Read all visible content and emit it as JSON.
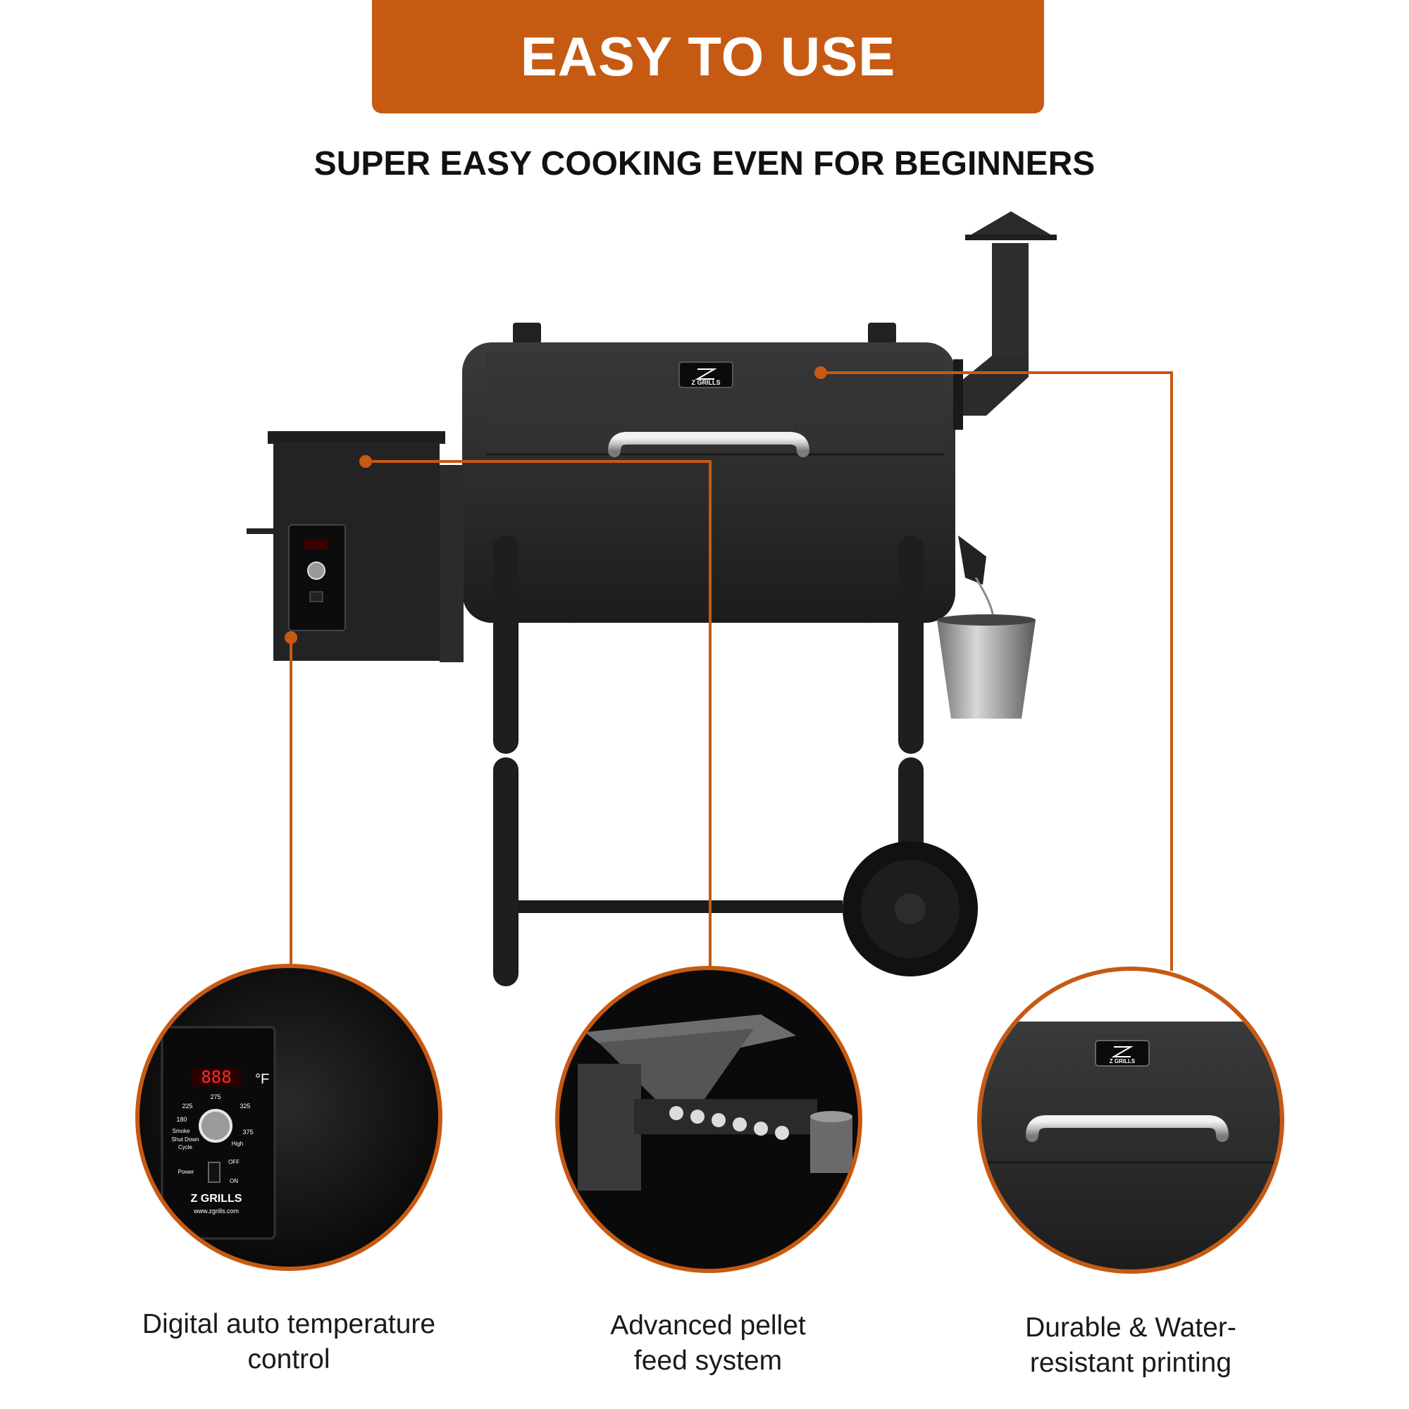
{
  "banner": {
    "title": "EASY TO USE"
  },
  "subtitle": "SUPER EASY COOKING EVEN FOR BEGINNERS",
  "colors": {
    "accent": "#c65a12",
    "grill": "#2f2f2f"
  },
  "controller": {
    "display": "888",
    "unit": "°F",
    "dial_labels": [
      "180",
      "225",
      "275",
      "325",
      "375"
    ],
    "smoke": "Smoke",
    "shutdown": "Shut Down",
    "cycle": "Cycle",
    "high": "High",
    "power": "Power",
    "off": "OFF",
    "on": "ON",
    "brand": "Z GRILLS",
    "url": "www.zgrills.com"
  },
  "lid_badge": "Z GRILLS",
  "features": [
    {
      "caption": "Digital auto temperature\ncontrol",
      "icon": "controller-closeup-icon"
    },
    {
      "caption": "Advanced pellet\nfeed system",
      "icon": "auger-closeup-icon"
    },
    {
      "caption": "Durable & Water-\nresistant printing",
      "icon": "lid-closeup-icon"
    }
  ]
}
